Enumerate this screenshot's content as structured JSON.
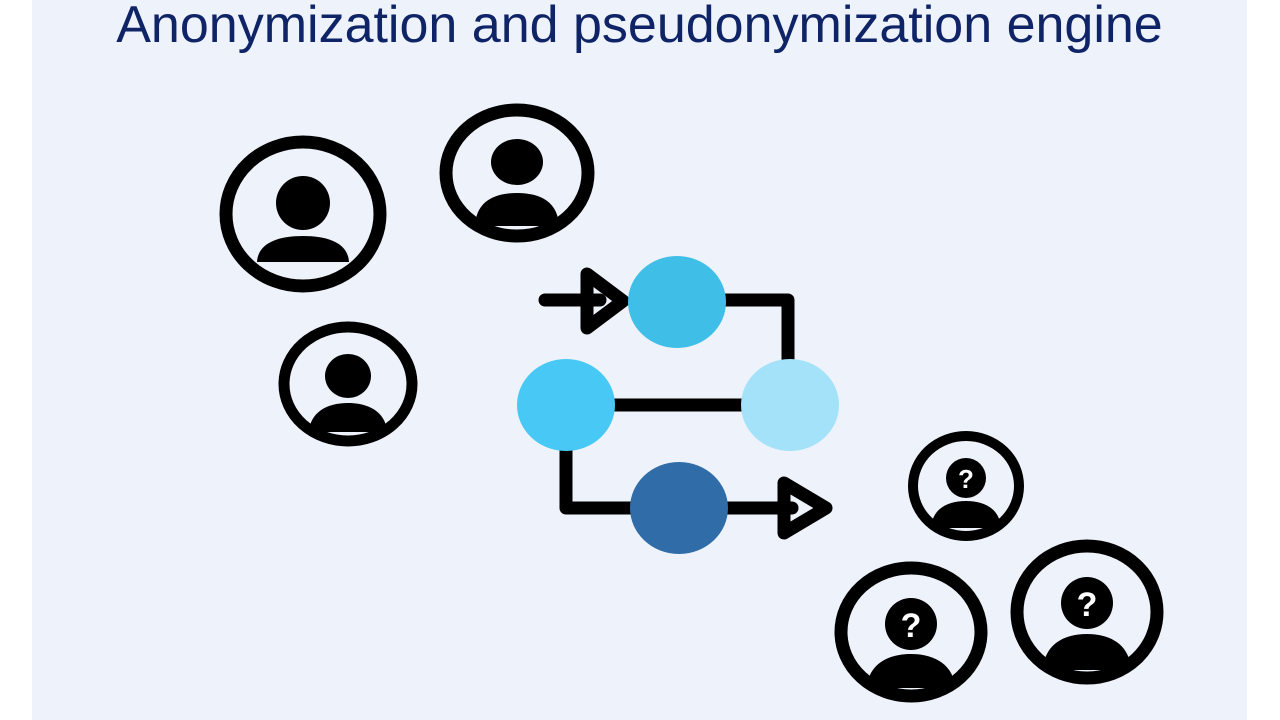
{
  "title": "Anonymization and pseudonymization engine",
  "colors": {
    "background": "#eef2fa",
    "title": "#0f2467",
    "icon": "#000000",
    "node_top": "#3fbfe8",
    "node_left": "#48c8f4",
    "node_right": "#a3e2f8",
    "node_bottom": "#2f6ca8"
  },
  "identified_people": {
    "icon": "person-icon",
    "count": 3
  },
  "anonymous_people": {
    "icon": "unknown-person-icon",
    "badge": "?",
    "count": 3
  },
  "engine": {
    "icon": "process-flow-icon",
    "nodes": 4
  }
}
